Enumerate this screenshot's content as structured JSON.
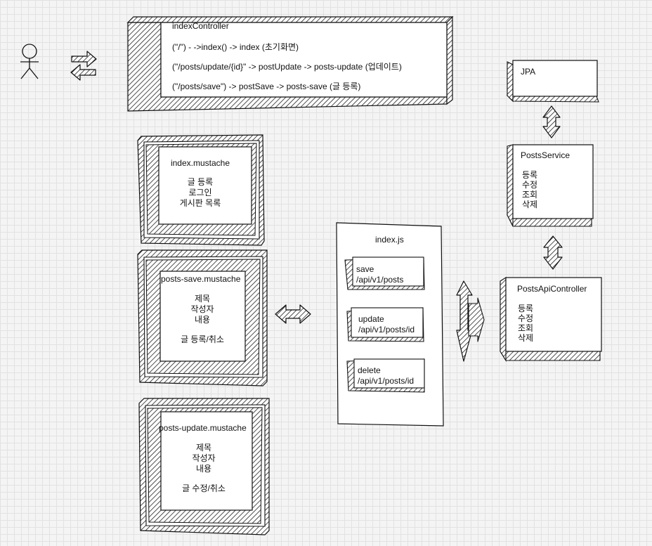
{
  "controller": {
    "title": "indexController",
    "lines": [
      "(\"/\") - ->index() -> index (초기화면)",
      "(\"/posts/update/{id}\" -> postUpdate -> posts-update (업데이트)",
      "(\"/posts/save\") -> postSave -> posts-save (글 등록)"
    ]
  },
  "index_mustache": {
    "title": "index.mustache",
    "items": [
      "글 등록",
      "로그인",
      "게시판 목록"
    ]
  },
  "save_mustache": {
    "title": "posts-save.mustache",
    "items": [
      "제목",
      "작성자",
      "내용"
    ],
    "action": "글 등록/취소"
  },
  "update_mustache": {
    "title": "posts-update.mustache",
    "items": [
      "제목",
      "작성자",
      "내용"
    ],
    "action": "글 수정/취소"
  },
  "indexjs": {
    "title": "index.js",
    "apis": [
      {
        "name": "save",
        "path": "/api/v1/posts"
      },
      {
        "name": "update",
        "path": "/api/v1/posts/id"
      },
      {
        "name": "delete",
        "path": "/api/v1/posts/id"
      }
    ]
  },
  "jpa": {
    "title": "JPA"
  },
  "service": {
    "title": "PostsService",
    "items": [
      "등록",
      "수정",
      "조회",
      "삭제"
    ]
  },
  "api_controller": {
    "title": "PostsApiController",
    "items": [
      "등록",
      "수정",
      "조회",
      "삭제"
    ]
  },
  "icons": [
    "stick-figure-icon",
    "exchange-arrows-icon",
    "double-arrow-icon"
  ]
}
